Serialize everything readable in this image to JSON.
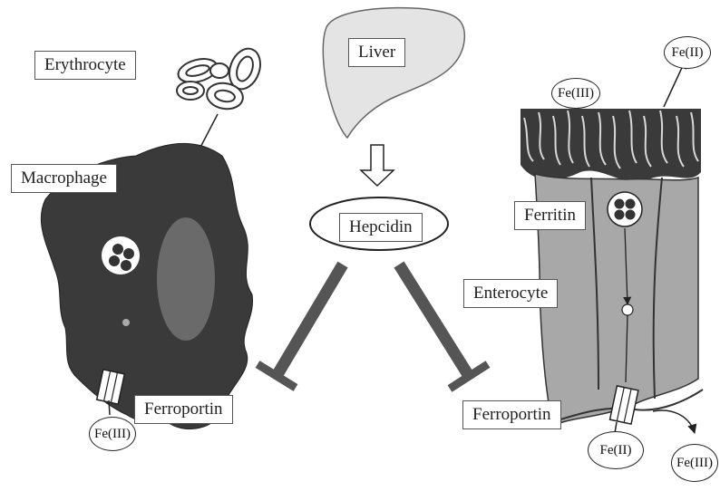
{
  "labels": {
    "erythrocyte": "Erythrocyte",
    "macrophage": "Macrophage",
    "liver": "Liver",
    "hepcidin": "Hepcidin",
    "ferritin": "Ferritin",
    "enterocyte": "Enterocyte",
    "ferroportin_left": "Ferroportin",
    "ferroportin_right": "Ferroportin"
  },
  "iron": {
    "macrophage_out": "Fe(III)",
    "lumen_ferric": "Fe(III)",
    "lumen_ferrous": "Fe(II)",
    "enterocyte_out": "Fe(II)",
    "blood_ferric": "Fe(III)"
  },
  "colors": {
    "macrophage_fill": "#3a3a3a",
    "enterocyte_fill": "#a8a8a8",
    "inhibition_bar": "#555555",
    "liver_fill": "#e4e4e4"
  }
}
